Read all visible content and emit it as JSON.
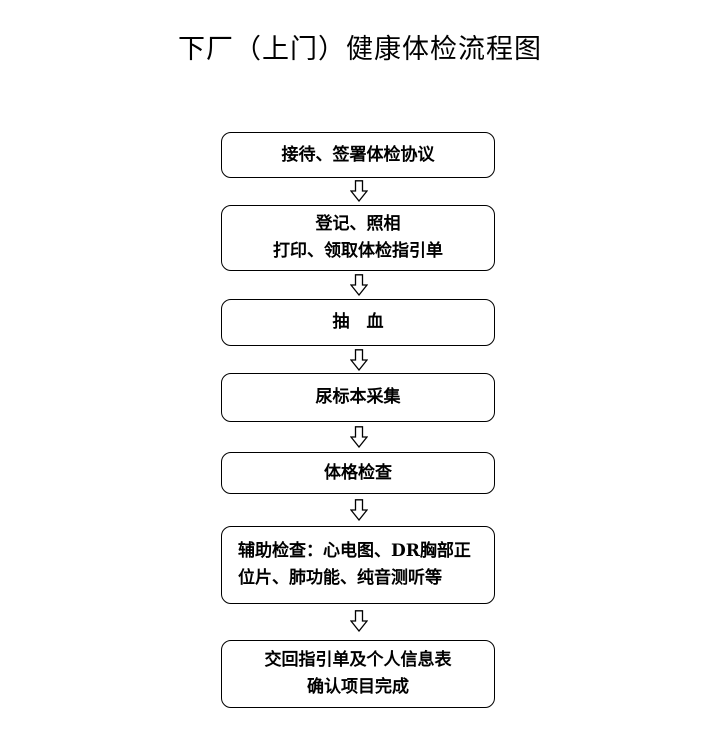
{
  "title": "下厂（上门）健康体检流程图",
  "steps": [
    {
      "lines": [
        "接待、签署体检协议"
      ]
    },
    {
      "lines": [
        "登记、照相",
        "打印、领取体检指引单"
      ]
    },
    {
      "lines": [
        "抽　血"
      ]
    },
    {
      "lines": [
        "尿标本采集"
      ]
    },
    {
      "lines": [
        "体格检查"
      ]
    },
    {
      "lines": [
        "辅助检查：心电图、DR胸部正",
        "位片、肺功能、纯音测听等"
      ]
    },
    {
      "lines": [
        "交回指引单及个人信息表",
        "确认项目完成"
      ]
    }
  ]
}
